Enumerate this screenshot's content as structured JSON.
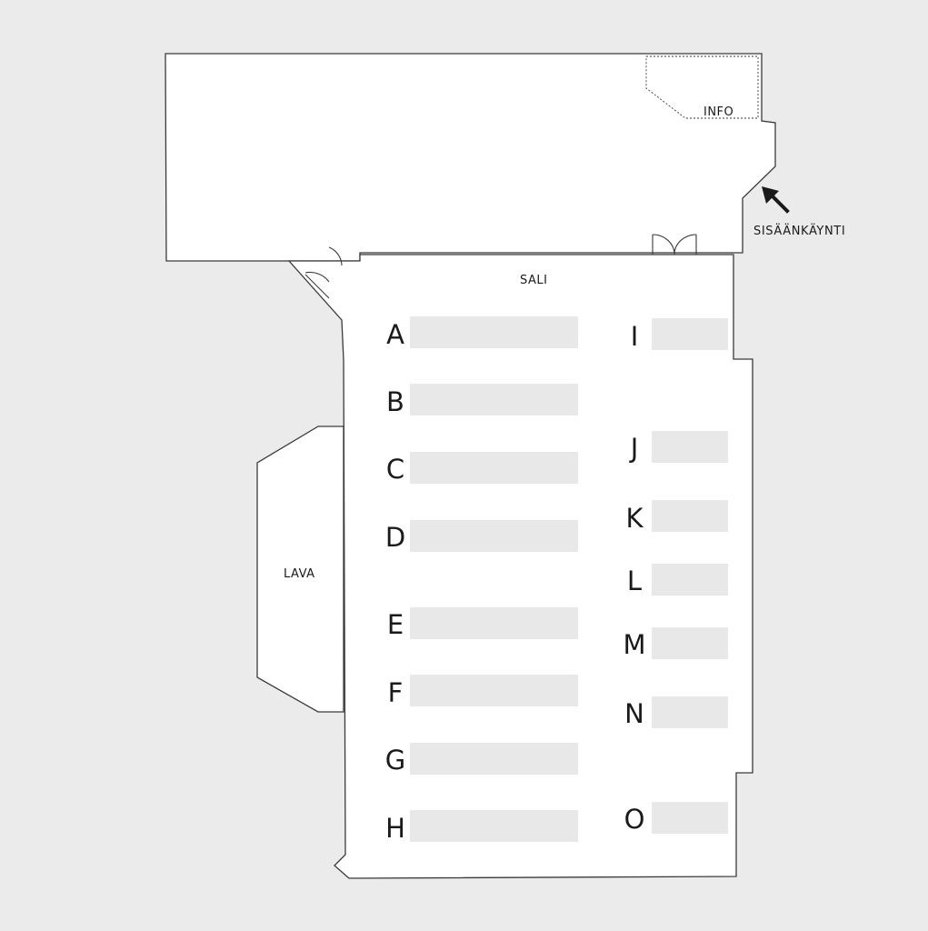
{
  "areas": {
    "info": "INFO",
    "sali": "SALI",
    "lava": "LAVA",
    "entrance": "SISÄÄNKÄYNTI"
  },
  "colors": {
    "background": "#ebebeb",
    "floor": "#ffffff",
    "table": "#e8e8e8",
    "wall": "#3a3a3a",
    "text": "#1a1a1a"
  },
  "icons": {
    "entrance_arrow": "arrow-up-left-icon"
  },
  "rows_left": [
    {
      "letter": "A"
    },
    {
      "letter": "B"
    },
    {
      "letter": "C"
    },
    {
      "letter": "D"
    },
    {
      "letter": "E"
    },
    {
      "letter": "F"
    },
    {
      "letter": "G"
    },
    {
      "letter": "H"
    }
  ],
  "rows_right": [
    {
      "letter": "I"
    },
    {
      "letter": "J"
    },
    {
      "letter": "K"
    },
    {
      "letter": "L"
    },
    {
      "letter": "M"
    },
    {
      "letter": "N"
    },
    {
      "letter": "O"
    }
  ]
}
